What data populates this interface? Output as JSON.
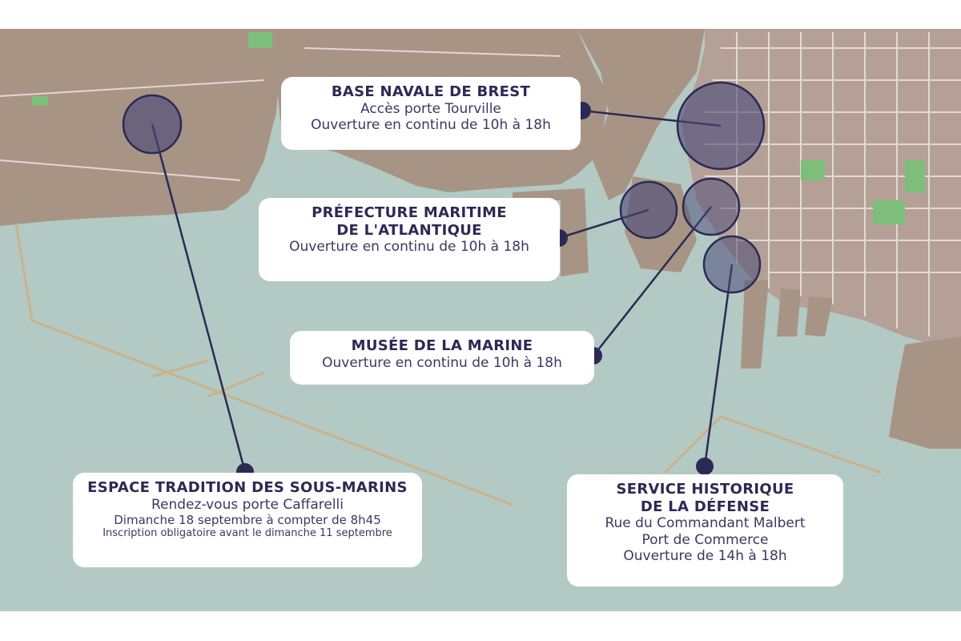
{
  "colors": {
    "sea": "#b3c9c4",
    "land": "#a89485",
    "land_light": "#c2b0a3",
    "city_block": "#b4a096",
    "street": "#efe3dc",
    "park": "#7dbf7a",
    "accent": "#2b2a55",
    "marker_fill": "#4a4a78"
  },
  "sites": [
    {
      "id": "base-navale",
      "title_lines": [
        "BASE NAVALE DE BREST"
      ],
      "lines": [
        "Accès porte Tourville",
        "Ouverture en continu de 10h à 18h"
      ]
    },
    {
      "id": "prefecture",
      "title_lines": [
        "PRÉFECTURE MARITIME",
        "DE L'ATLANTIQUE"
      ],
      "lines": [
        "Ouverture en continu de 10h à 18h"
      ]
    },
    {
      "id": "musee",
      "title_lines": [
        "MUSÉE DE LA MARINE"
      ],
      "lines": [
        "Ouverture en continu de 10h à 18h"
      ]
    },
    {
      "id": "sous-marins",
      "title_lines": [
        "ESPACE TRADITION DES SOUS-MARINS"
      ],
      "lines": [
        "Rendez-vous porte Caffarelli",
        "Dimanche 18 septembre à compter de 8h45",
        "Inscription obligatoire avant le dimanche 11 septembre"
      ]
    },
    {
      "id": "shd",
      "title_lines": [
        "SERVICE HISTORIQUE",
        "DE LA DÉFENSE"
      ],
      "lines": [
        "Rue du Commandant Malbert",
        "Port de Commerce",
        "Ouverture de 14h à 18h"
      ]
    }
  ]
}
